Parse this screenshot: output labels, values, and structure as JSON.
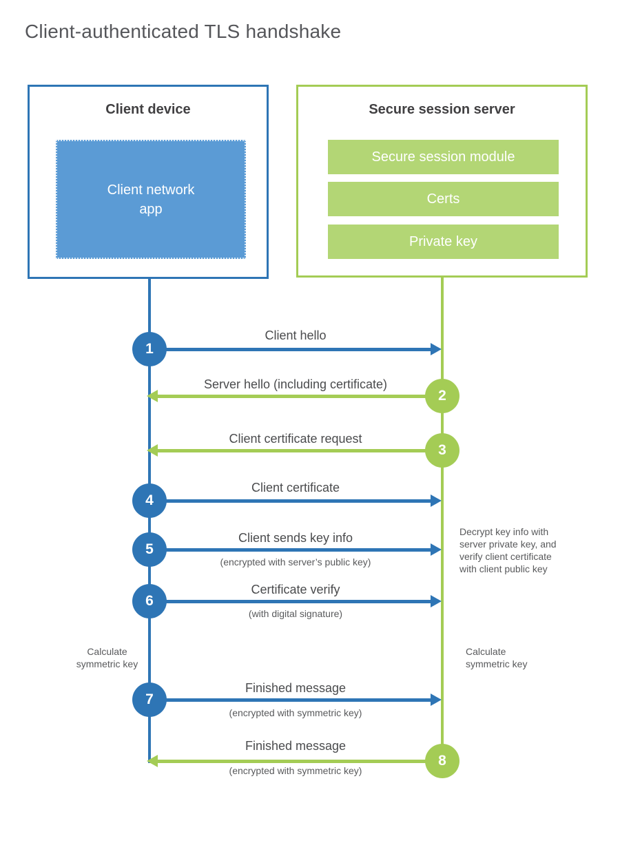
{
  "title": "Client-authenticated TLS handshake",
  "client_box": {
    "title": "Client device",
    "app_label": "Client network\napp"
  },
  "server_box": {
    "title": "Secure session server",
    "modules": [
      "Secure session module",
      "Certs",
      "Private key"
    ]
  },
  "steps": [
    {
      "num": "1",
      "label": "Client hello",
      "sub": "",
      "direction": "right",
      "actor": "client"
    },
    {
      "num": "2",
      "label": "Server hello (including certificate)",
      "sub": "",
      "direction": "left",
      "actor": "server"
    },
    {
      "num": "3",
      "label": "Client certificate request",
      "sub": "",
      "direction": "left",
      "actor": "server"
    },
    {
      "num": "4",
      "label": "Client certificate",
      "sub": "",
      "direction": "right",
      "actor": "client"
    },
    {
      "num": "5",
      "label": "Client sends key info",
      "sub": "(encrypted with server’s public key)",
      "direction": "right",
      "actor": "client"
    },
    {
      "num": "6",
      "label": "Certificate verify",
      "sub": "(with digital signature)",
      "direction": "right",
      "actor": "client"
    },
    {
      "num": "7",
      "label": "Finished message",
      "sub": "(encrypted with symmetric key)",
      "direction": "right",
      "actor": "client"
    },
    {
      "num": "8",
      "label": "Finished message",
      "sub": "(encrypted with symmetric key)",
      "direction": "left",
      "actor": "server"
    }
  ],
  "notes": {
    "decrypt_note": "Decrypt key info with\nserver private key, and\nverify client certificate\nwith client public key",
    "calc_left": "Calculate\nsymmetric key",
    "calc_right": "Calculate\nsymmetric key"
  },
  "colors": {
    "blue": "#2e75b5",
    "blue_fill": "#5b9bd5",
    "green": "#a4cc55",
    "green_fill": "#b3d675"
  }
}
